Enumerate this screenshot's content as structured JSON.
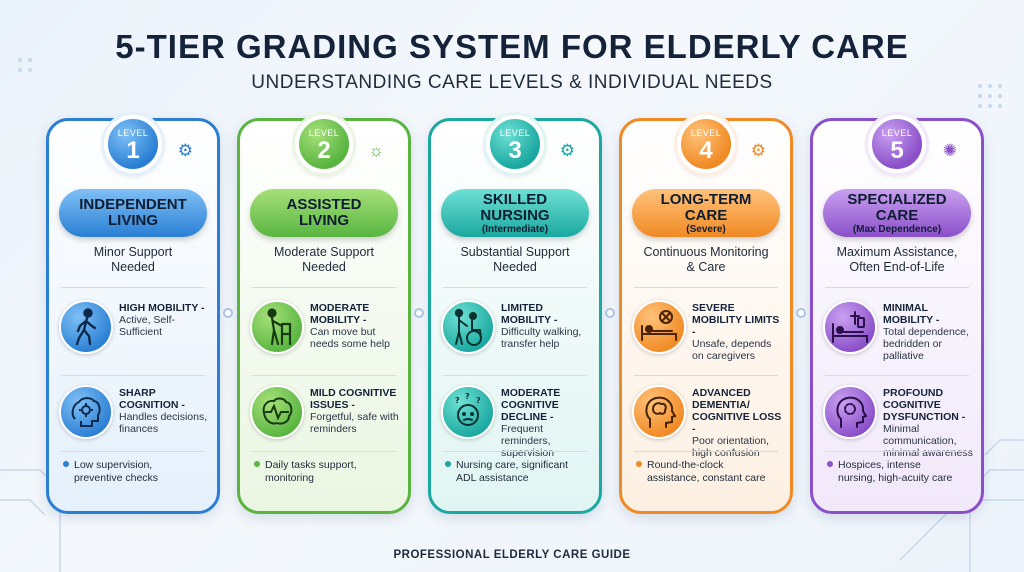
{
  "header": {
    "title": "5-TIER GRADING SYSTEM FOR ELDERLY CARE",
    "subtitle": "UNDERSTANDING CARE LEVELS & INDIVIDUAL NEEDS"
  },
  "colors": {
    "level1": "#2a7fd4",
    "level2": "#59b540",
    "level3": "#1aa8a0",
    "level4": "#f08a24",
    "level5": "#8a4fc9"
  },
  "levels": [
    {
      "level_label": "LEVEL",
      "number": "1",
      "corner_icon": "gear-icon",
      "name": "INDEPENDENT\nLIVING",
      "name_sub": "",
      "need": "Minor Support\nNeeded",
      "features": [
        {
          "icon": "walking-person-icon",
          "head": "HIGH MOBILITY -",
          "desc": "Active, Self-Sufficient"
        },
        {
          "icon": "brain-gear-icon",
          "head": "SHARP COGNITION -",
          "desc": "Handles decisions, finances"
        }
      ],
      "bullet_line1": "Low supervision,",
      "bullet_line2": "preventive checks"
    },
    {
      "level_label": "LEVEL",
      "number": "2",
      "corner_icon": "lightbulb-icon",
      "name": "ASSISTED\nLIVING",
      "name_sub": "",
      "need": "Moderate Support\nNeeded",
      "features": [
        {
          "icon": "person-walker-icon",
          "head": "MODERATE MOBILITY -",
          "desc": "Can move but needs some help"
        },
        {
          "icon": "brain-pulse-icon",
          "head": "MILD COGNITIVE ISSUES -",
          "desc": "Forgetful, safe with reminders"
        }
      ],
      "bullet_line1": "Daily tasks support,",
      "bullet_line2": "monitoring"
    },
    {
      "level_label": "LEVEL",
      "number": "3",
      "corner_icon": "gear-icon",
      "name": "SKILLED\nNURSING",
      "name_sub": "(Intermediate)",
      "need": "Substantial Support\nNeeded",
      "features": [
        {
          "icon": "wheelchair-assist-icon",
          "head": "LIMITED MOBILITY -",
          "desc": "Difficulty walking, transfer help"
        },
        {
          "icon": "confused-head-icon",
          "head": "MODERATE COGNITIVE DECLINE -",
          "desc": "Frequent reminders, supervision"
        }
      ],
      "bullet_line1": "Nursing care, significant",
      "bullet_line2": "ADL assistance"
    },
    {
      "level_label": "LEVEL",
      "number": "4",
      "corner_icon": "gear-icon",
      "name": "LONG-TERM\nCARE",
      "name_sub": "(Severe)",
      "need": "Continuous Monitoring\n& Care",
      "features": [
        {
          "icon": "bed-restricted-icon",
          "head": "SEVERE MOBILITY LIMITS -",
          "desc": "Unsafe, depends on caregivers"
        },
        {
          "icon": "brain-head-icon",
          "head": "ADVANCED DEMENTIA/ COGNITIVE LOSS -",
          "desc": "Poor orientation, high confusion"
        }
      ],
      "bullet_line1": "Round-the-clock",
      "bullet_line2": "assistance, constant care"
    },
    {
      "level_label": "LEVEL",
      "number": "5",
      "corner_icon": "sparkle-icon",
      "name": "SPECIALIZED\nCARE",
      "name_sub": "(Max Dependence)",
      "need": "Maximum Assistance,\nOften End-of-Life",
      "features": [
        {
          "icon": "bedridden-icon",
          "head": "MINIMAL MOBILITY -",
          "desc": "Total dependence, bedridden or palliative"
        },
        {
          "icon": "head-profile-icon",
          "head": "PROFOUND COGNITIVE DYSFUNCTION -",
          "desc": "Minimal communication, minimal awareness"
        }
      ],
      "bullet_line1": "Hospices, intense",
      "bullet_line2": "nursing, high-acuity care"
    }
  ],
  "footer": {
    "text": "PROFESSIONAL ELDERLY CARE GUIDE"
  }
}
